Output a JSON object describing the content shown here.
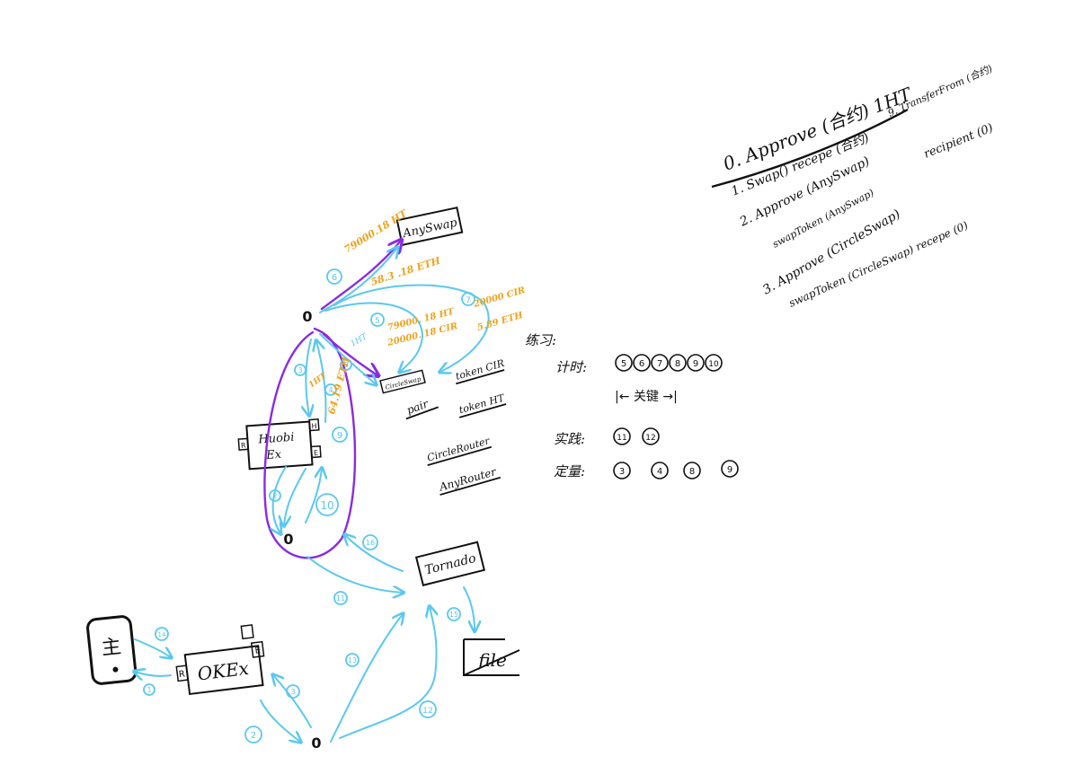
{
  "colors": {
    "ink": "#111111",
    "blue": "#5bc8ef",
    "purple": "#8a2be2",
    "orange": "#f0a21c"
  },
  "boxes": {
    "anyswap": "AnySwap",
    "circleswap": "CircleSwap",
    "huobi": [
      "Huobi",
      "Ex"
    ],
    "okex": "OKEx",
    "tornado": "Tornado",
    "file": "file",
    "phone": "主",
    "tag_r": "R",
    "tag_h": "H",
    "tag_e": "E"
  },
  "nodes": {
    "top": "0",
    "mid": "0",
    "bottom": "0"
  },
  "orange_labels": {
    "ht_to_anyswap": "79000.18 HT",
    "eth_from_anyswap": "58.3 .18 ETH",
    "ht_to_circle": "79000. 18 HT",
    "cir_from_circle": "20000. 18 CIR",
    "cir_right": "20000 CIR",
    "eth_right": "5.89 ETH",
    "one_ht": "1HT",
    "eth_down": "64.19 ETH"
  },
  "blue_labels": {
    "one_ht": "1HT"
  },
  "step_marks": {
    "s1": "1",
    "s2": "2",
    "s3": "3",
    "s4": "4",
    "s5": "5",
    "s6": "6",
    "s7": "7",
    "s8": "8",
    "s9": "9",
    "s10": "10",
    "s11": "11",
    "s12": "12",
    "s13": "13",
    "s14": "14",
    "s15": "15",
    "s16": "16"
  },
  "terms": {
    "pair": "pair",
    "token_cir": "token CIR",
    "token_ht": "token HT",
    "circle_router": "CircleRouter",
    "any_router": "AnyRouter"
  },
  "exercise": {
    "title": "练习:",
    "timing_label": "计时:",
    "timing_items": [
      "5",
      "6",
      "7",
      "8",
      "9",
      "10"
    ],
    "key_label": "|← 关键 →|",
    "practice_label": "实践:",
    "practice_items": [
      "11",
      "12"
    ],
    "quant_label": "定量:",
    "quant_items": [
      "3",
      "4",
      "8",
      "9"
    ]
  },
  "notes": {
    "line0": "0. Approve (合约) 1HT",
    "line0b": "9. TransferFrom (合约)",
    "line1": "1. Swap() recepe (合约)",
    "line2a": "2. Approve (AnySwap)",
    "line2b": "recipient (0)",
    "line2c": "swapToken (AnySwap)",
    "line3a": "3. Approve (CircleSwap)",
    "line3b": "swapToken (CircleSwap) recepe (0)"
  }
}
